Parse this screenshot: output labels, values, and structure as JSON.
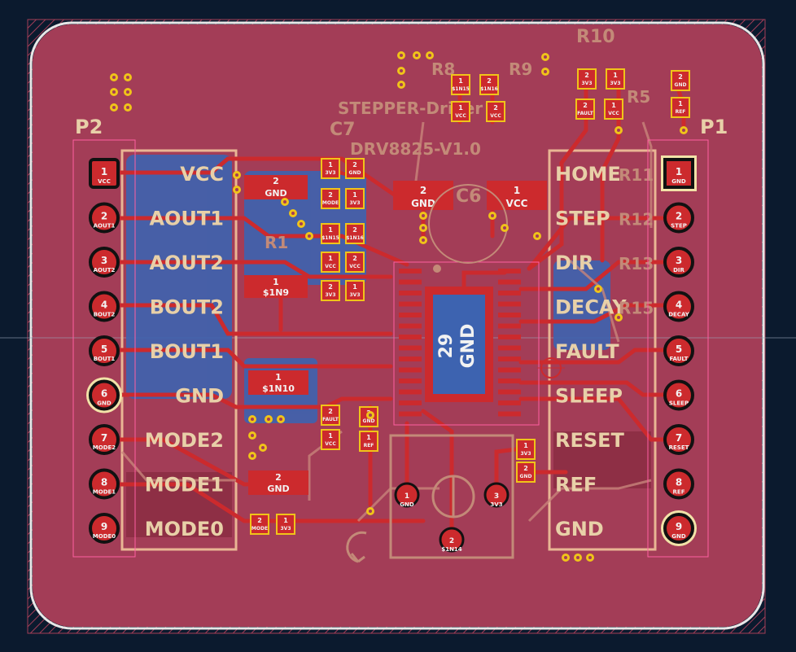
{
  "colors": {
    "background": "#0b1a2e",
    "board": "#a33d57",
    "front_copper": "#cc2a2d",
    "back_copper": "#3d63b0",
    "silkscreen": "#e8d0a8",
    "mirror_silk": "#c38a78",
    "pad_drill": "#f0c419",
    "edge_cut": "#e7e7e7"
  },
  "header_left": {
    "ref": "P2",
    "pins": [
      {
        "n": "1",
        "net": "VCC"
      },
      {
        "n": "2",
        "net": "AOUT1"
      },
      {
        "n": "3",
        "net": "AOUT2"
      },
      {
        "n": "4",
        "net": "BOUT2"
      },
      {
        "n": "5",
        "net": "BOUT1"
      },
      {
        "n": "6",
        "net": "GND"
      },
      {
        "n": "7",
        "net": "MODE2"
      },
      {
        "n": "8",
        "net": "MODE1"
      },
      {
        "n": "9",
        "net": "MODE0"
      }
    ]
  },
  "header_right": {
    "ref": "P1",
    "pins": [
      {
        "n": "1",
        "net": "GND"
      },
      {
        "n": "2",
        "net": "STEP"
      },
      {
        "n": "3",
        "net": "DIR"
      },
      {
        "n": "4",
        "net": "DECAY"
      },
      {
        "n": "5",
        "net": "FAULT"
      },
      {
        "n": "6",
        "net": "SLEEP"
      },
      {
        "n": "7",
        "net": "RESET"
      },
      {
        "n": "8",
        "net": "REF"
      },
      {
        "n": "9",
        "net": "GND"
      }
    ]
  },
  "left_labels": [
    "VCC",
    "AOUT1",
    "AOUT2",
    "BOUT2",
    "BOUT1",
    "GND",
    "MODE2",
    "MODE1",
    "MODE0"
  ],
  "right_labels": [
    "HOME",
    "STEP",
    "DIR",
    "DECAY",
    "FAULT",
    "SLEEP",
    "RESET",
    "REF",
    "GND"
  ],
  "mirror_right": [
    "R11",
    "R12",
    "R13",
    "R15"
  ],
  "back_title": [
    "STEPPER-Driver",
    "DRV8825-V1.0"
  ],
  "refs": {
    "c7": "C7",
    "c6": "C6",
    "r8": "R8",
    "r9": "R9",
    "r10": "R10",
    "r5": "R5",
    "r1": "R1"
  },
  "big_pads": {
    "c7_gnd": {
      "num": "2",
      "net": "GND"
    },
    "c6_gnd": {
      "num": "2",
      "net": "GND"
    },
    "c6_vcc": {
      "num": "1",
      "net": "VCC"
    },
    "c_1n9": {
      "num": "1",
      "net": "$1N9"
    },
    "c_1n10": {
      "num": "1",
      "net": "$1N10"
    },
    "c_gnd_low": {
      "num": "2",
      "net": "GND"
    }
  },
  "ic_pad": {
    "num": "29",
    "net": "GND"
  },
  "pot_pins": [
    {
      "n": "1",
      "net": "GND"
    },
    {
      "n": "3",
      "net": "3V3"
    },
    {
      "n": "2",
      "net": "$1N14"
    }
  ],
  "small_pads": [
    {
      "num": "1",
      "net": "$1N15"
    },
    {
      "num": "2",
      "net": "$1N16"
    },
    {
      "num": "1",
      "net": "VCC"
    },
    {
      "num": "2",
      "net": "VCC"
    },
    {
      "num": "2",
      "net": "3V3"
    },
    {
      "num": "1",
      "net": "3V3"
    },
    {
      "num": "2",
      "net": "FAULT"
    },
    {
      "num": "1",
      "net": "VCC"
    },
    {
      "num": "2",
      "net": "GND"
    },
    {
      "num": "1",
      "net": "REF"
    },
    {
      "num": "1",
      "net": "3V3"
    },
    {
      "num": "2",
      "net": "GND"
    },
    {
      "num": "2",
      "net": "MODE"
    },
    {
      "num": "1",
      "net": "3V3"
    }
  ]
}
